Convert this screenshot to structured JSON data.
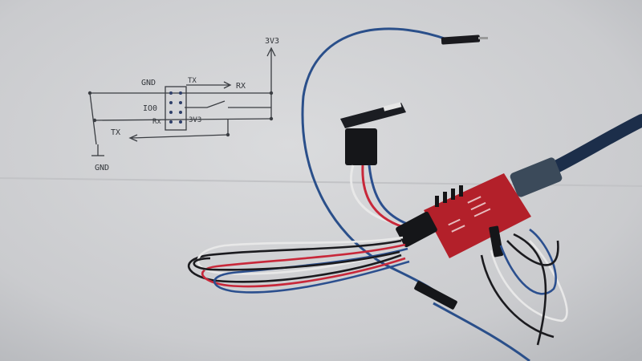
{
  "photo": {
    "paper_color": "#d2d3d5",
    "pencil_color": "#3a3d42",
    "board_color": "#b3202a",
    "cable_color": "#1c2e4a"
  },
  "schematic": {
    "label_3v3_top": "3V3",
    "label_gnd_top": "GND",
    "label_tx_top": "TX",
    "label_rx_right": "RX",
    "label_io0": "IO0",
    "label_rx_mid": "Rx",
    "label_3v3_mid": "3V3",
    "label_tx_left": "TX",
    "label_gnd_bottom": "GND"
  }
}
